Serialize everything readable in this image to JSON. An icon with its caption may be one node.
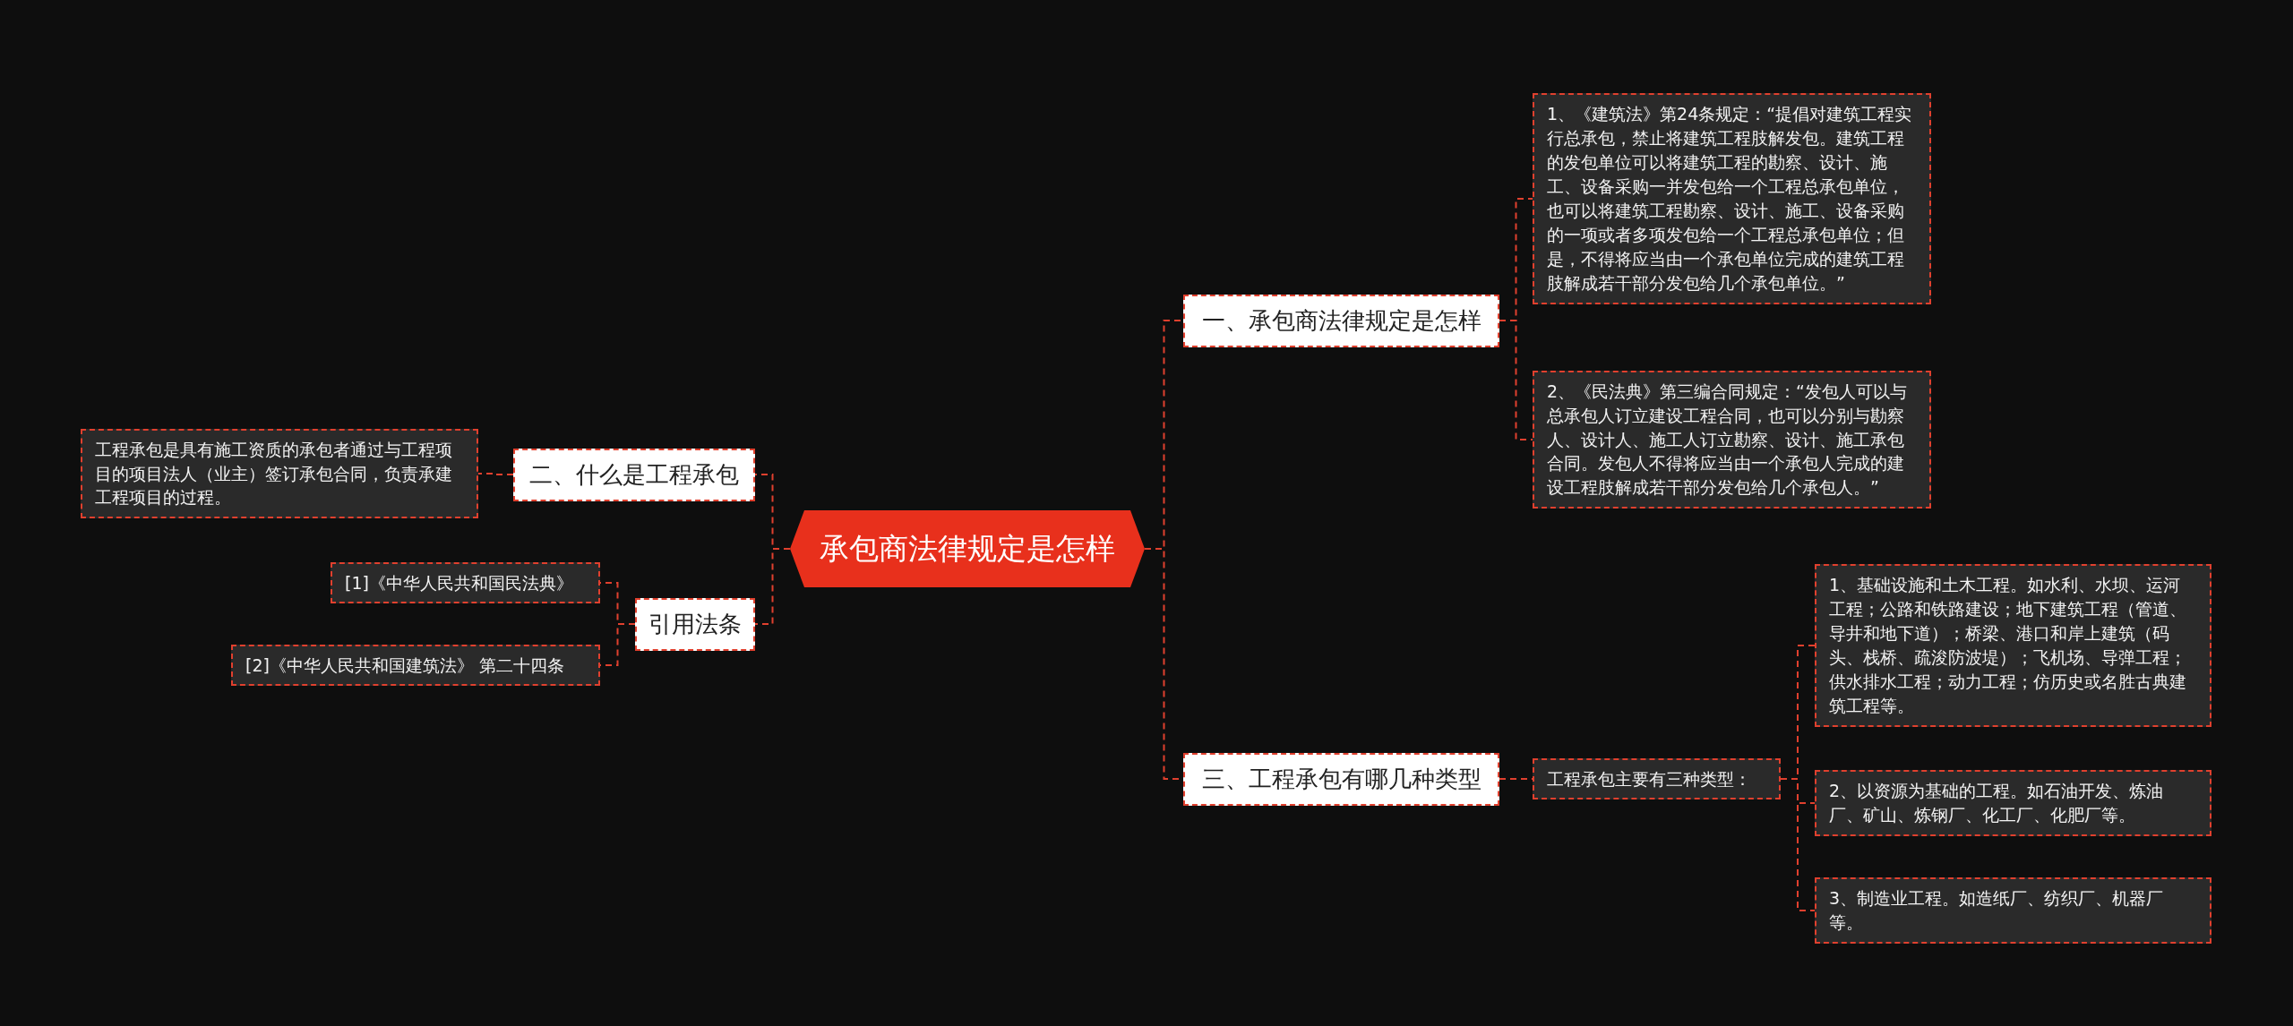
{
  "diagram": {
    "nodes": [
      {
        "text": [
          "承包商法律规定是怎样"
        ]
      },
      {
        "text": [
          "一、承包商法律规定是怎样"
        ]
      },
      {
        "text": [
          "1、《建筑法》第24条规定：“提倡对建筑工程实行总承包，禁止将建筑工程肢解发包。建筑工程的发包单位可以将建筑工程的勘察、设计、施工、设备采购一并发包给一个工程总承包单位，也可以将建筑工程勘察、设计、施工、设备采购的一项或者多项发包给一个工程总承包单位；但是，不得将应当由一个承包单位完成的建筑工程肢解成若干部分发包给几个承包单位。”"
        ]
      },
      {
        "text": [
          "2、《民法典》第三编合同规定：“发包人可以与总承包人订立建设工程合同，也可以分别与勘察人、设计人、施工人订立勘察、设计、施工承包合同。发包人不得将应当由一个承包人完成的建设工程肢解成若干部分发包给几个承包人。”"
        ]
      },
      {
        "text": [
          "二、什么是工程承包"
        ]
      },
      {
        "text": [
          "工程承包是具有施工资质的承包者通过与工程项目的项目法人（业主）签订承包合同，负责承建工程项目的过程。"
        ]
      },
      {
        "text": [
          "引用法条"
        ]
      },
      {
        "text": [
          "[1]《中华人民共和国民法典》"
        ]
      },
      {
        "text": [
          "[2]《中华人民共和国建筑法》 第二十四条"
        ]
      },
      {
        "text": [
          "三、工程承包有哪几种类型"
        ]
      },
      {
        "text": [
          "工程承包主要有三种类型："
        ]
      },
      {
        "text": [
          "1、基础设施和土木工程。如水利、水坝、运河工程；公路和铁路建设；地下建筑工程（管道、导井和地下道）；桥梁、港口和岸上建筑（码头、栈桥、疏浚防波堤）；飞机场、导弹工程；供水排水工程；动力工程；仿历史或名胜古典建筑工程等。"
        ]
      },
      {
        "text": [
          "2、以资源为基础的工程。如石油开发、炼油厂、矿山、炼钢厂、化工厂、化肥厂等。"
        ]
      },
      {
        "text": [
          "3、制造业工程。如造纸厂、纺织厂、机器厂等。"
        ]
      }
    ],
    "edges": [
      {
        "from": 0,
        "to": 1,
        "arrow": "none"
      },
      {
        "from": 1,
        "to": 2,
        "arrow": "none"
      },
      {
        "from": 1,
        "to": 3,
        "arrow": "none"
      },
      {
        "from": 0,
        "to": 4,
        "arrow": "none"
      },
      {
        "from": 4,
        "to": 5,
        "arrow": "none"
      },
      {
        "from": 0,
        "to": 6,
        "arrow": "none"
      },
      {
        "from": 6,
        "to": 7,
        "arrow": "none"
      },
      {
        "from": 6,
        "to": 8,
        "arrow": "none"
      },
      {
        "from": 0,
        "to": 9,
        "arrow": "none"
      },
      {
        "from": 9,
        "to": 10,
        "arrow": "none"
      },
      {
        "from": 10,
        "to": 11,
        "arrow": "none"
      },
      {
        "from": 10,
        "to": 12,
        "arrow": "none"
      },
      {
        "from": 10,
        "to": 13,
        "arrow": "none"
      }
    ]
  }
}
